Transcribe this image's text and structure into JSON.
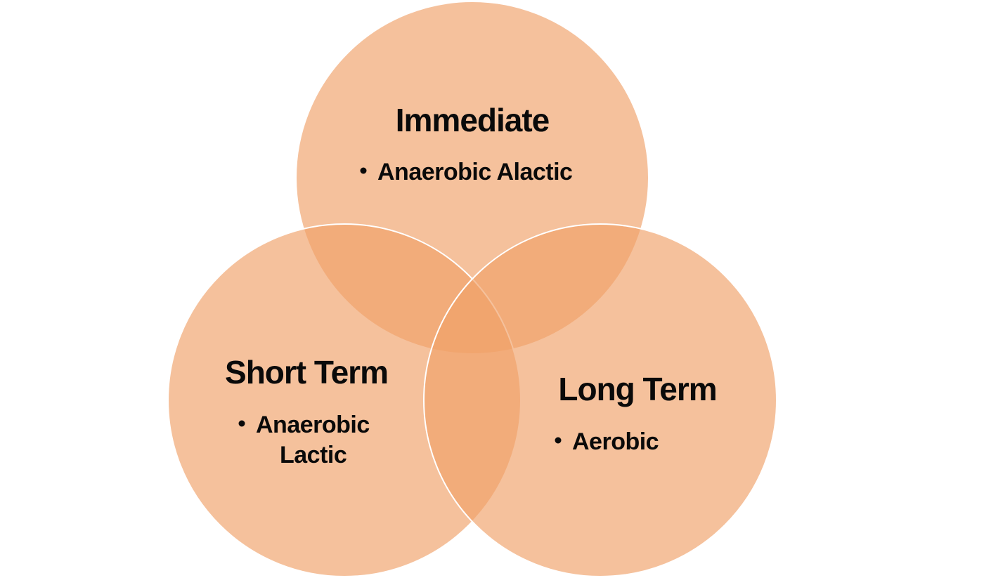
{
  "diagram": {
    "type": "venn",
    "circle_color": "#F0A168",
    "text_color": "#0a0a0a",
    "circles": [
      {
        "id": "immediate",
        "title": "Immediate",
        "bullets": [
          "Anaerobic Alactic"
        ]
      },
      {
        "id": "short-term",
        "title": "Short Term",
        "bullets": [
          "Anaerobic",
          "Lactic"
        ]
      },
      {
        "id": "long-term",
        "title": "Long Term",
        "bullets": [
          "Aerobic"
        ]
      }
    ]
  }
}
